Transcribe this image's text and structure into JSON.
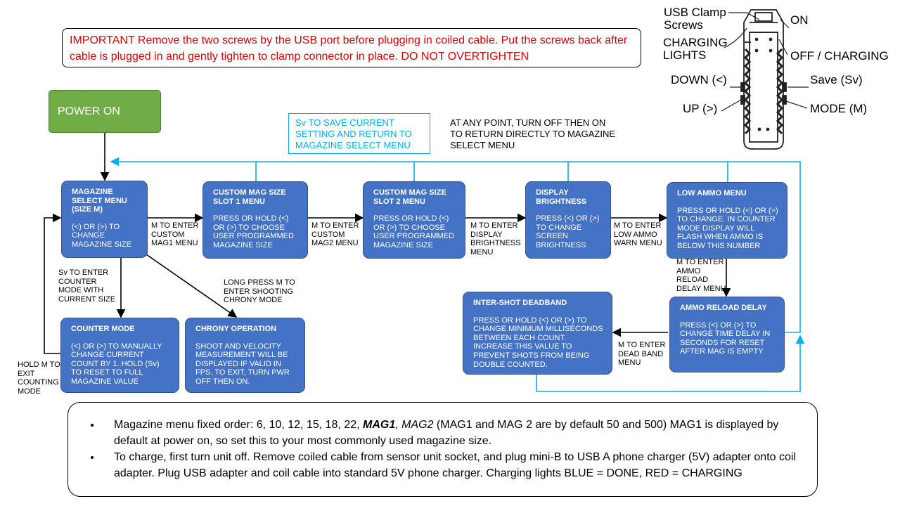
{
  "warning": "IMPORTANT Remove the two screws by the USB port before plugging in coiled cable. Put the screws back after cable is plugged in and gently tighten to clamp connector in place. DO NOT OVERTIGHTEN",
  "power_on": "POWER ON",
  "save_note": "Sv TO SAVE CURRENT SETTING AND RETURN TO MAGAZINE SELECT MENU",
  "any_point_note": "AT ANY POINT, TURN OFF THEN ON TO RETURN DIRECTLY TO MAGAZINE SELECT MENU",
  "boxes": {
    "mag_select": {
      "title": "MAGAZINE SELECT MENU (SIZE M)",
      "body": "(<) OR (>) TO CHANGE MAGAZINE SIZE"
    },
    "custom1": {
      "title": "CUSTOM MAG SIZE SLOT 1 MENU",
      "body": "PRESS OR HOLD (<) OR (>) TO CHOOSE USER PROGRAMMED MAGAZINE SIZE"
    },
    "custom2": {
      "title": "CUSTOM MAG SIZE SLOT 2 MENU",
      "body": "PRESS OR HOLD (<) OR (>) TO CHOOSE USER PROGRAMMED MAGAZINE SIZE"
    },
    "brightness": {
      "title": "DISPLAY BRIGHTNESS",
      "body": "PRESS (<) OR (>) TO CHANGE SCREEN BRIGHTNESS"
    },
    "low_ammo": {
      "title": "LOW AMMO MENU",
      "body": "PRESS OR HOLD (<) OR (>) TO CHANGE. IN COUNTER MODE DISPLAY WILL FLASH WHEN AMMO IS BELOW THIS NUMBER"
    },
    "counter": {
      "title": "COUNTER  MODE",
      "body": "(<) OR (>) TO MANUALLY CHANGE CURRENT COUNT BY 1. HOLD (Sv) TO RESET TO FULL MAGAZINE VALUE"
    },
    "chrony": {
      "title": "CHRONY OPERATION",
      "body": "SHOOT AND VELOCITY MEASUREMENT WILL BE DISPLAYED IF VALID IN FPS. TO EXIT, TURN PWR OFF THEN ON."
    },
    "deadband": {
      "title": "INTER-SHOT DEADBAND",
      "body": "PRESS OR HOLD (<) OR (>) TO CHANGE MINIMUM MILLISECONDS BETWEEN EACH COUNT. INCREASE THIS VALUE TO PREVENT SHOTS FROM BEING DOUBLE COUNTED."
    },
    "reload": {
      "title": "AMMO RELOAD DELAY",
      "body": "PRESS (<) OR (>) TO CHANGE TIME DELAY IN SECONDS FOR RESET AFTER MAG IS EMPTY"
    }
  },
  "labels": {
    "to_custom1": "M TO ENTER CUSTOM MAG1 MENU",
    "to_custom2": "M TO ENTER CUSTOM MAG2 MENU",
    "to_brightness": "M TO ENTER DISPLAY BRIGHTNESS MENU",
    "to_low_ammo": "M TO ENTER LOW AMMO WARN MENU",
    "to_reload": "M TO ENTER AMMO RELOAD DELAY MENU",
    "to_deadband": "M TO ENTER DEAD BAND MENU",
    "to_counter": "Sv TO ENTER COUNTER MODE WITH CURRENT SIZE",
    "to_chrony": "LONG PRESS M TO ENTER SHOOTING CHRONY MODE",
    "exit_counting": "HOLD M TO EXIT COUNTING MODE"
  },
  "device": {
    "usb_clamp": "USB Clamp Screws",
    "charging_lights": "CHARGING LIGHTS",
    "down": "DOWN (<)",
    "up": "UP (>)",
    "on": "ON",
    "off_charging": "OFF / CHARGING",
    "save": "Save (Sv)",
    "mode": "MODE (M)"
  },
  "notes": [
    {
      "pre": "Magazine menu fixed order: 6, 10, 12, 15, 18, 22, ",
      "b": "MAG1",
      "i": ", MAG2",
      "post": " (MAG1 and MAG 2 are by default 50 and 500) MAG1 is displayed by default at power on, so set this to your most commonly used magazine size."
    },
    {
      "pre": "To charge, first turn unit off. Remove coiled cable from sensor unit socket, and plug mini-B to USB A phone charger (5V) adapter onto coil adapter. Plug USB adapter and coil cable into standard 5V phone charger. Charging lights BLUE = DONE, RED = CHARGING",
      "b": "",
      "i": "",
      "post": ""
    }
  ],
  "colors": {
    "accent_blue": "#4472c4",
    "line_blue": "#00b0f0",
    "power_green": "#70ad47",
    "warning_red": "#e00000"
  }
}
